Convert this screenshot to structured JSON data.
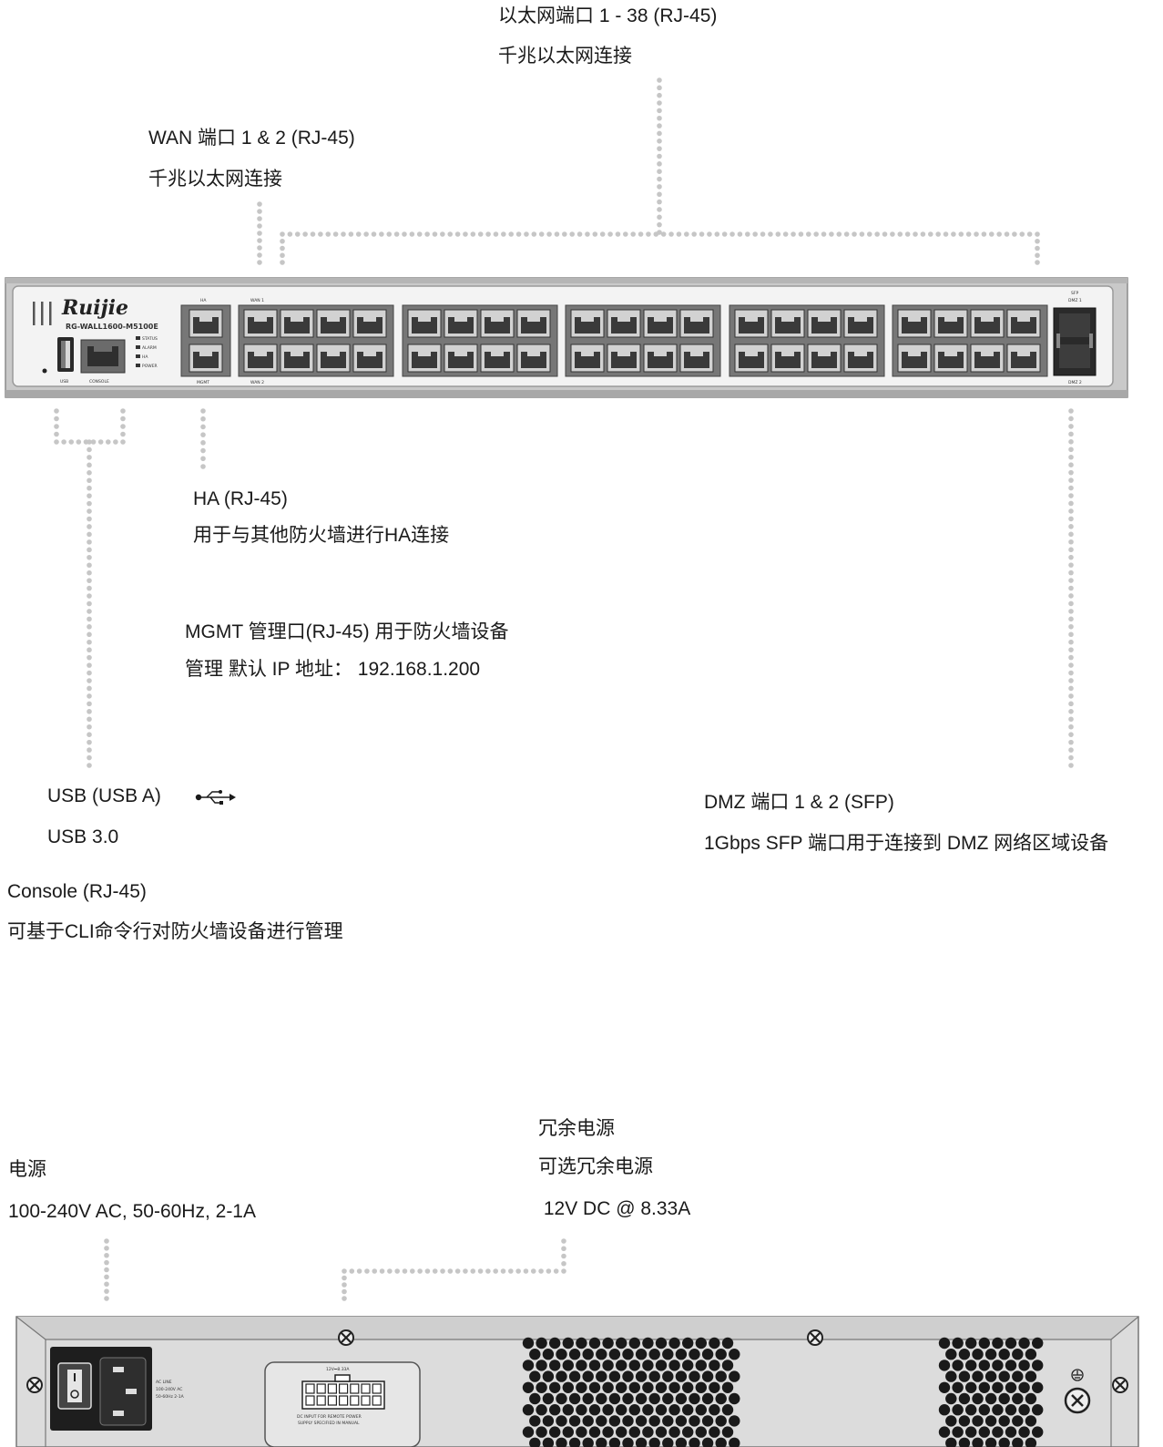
{
  "front": {
    "ethernet": {
      "title": "以太网端口 1 - 38 (RJ-45)",
      "desc": "千兆以太网连接"
    },
    "wan": {
      "title": "WAN 端口 1 & 2 (RJ-45)",
      "desc": "千兆以太网连接"
    },
    "ha": {
      "title": "HA (RJ-45)",
      "desc": "用于与其他防火墙进行HA连接"
    },
    "mgmt": {
      "line1": "MGMT 管理口(RJ-45) 用于防火墙设备",
      "line2": "管理 默认 IP 地址：  192.168.1.200"
    },
    "usb": {
      "title": "USB (USB A)",
      "desc": "USB 3.0",
      "icon": "usb-icon"
    },
    "dmz": {
      "title": "DMZ 端口 1 & 2 (SFP)",
      "desc": "1Gbps SFP 端口用于连接到 DMZ 网络区域设备"
    },
    "console": {
      "title": "Console (RJ-45)",
      "desc": "可基于CLI命令行对防火墙设备进行管理"
    },
    "device": {
      "brand": "Ruijie",
      "model": "RG-WALL1600-M5100E",
      "leds": [
        "STATUS",
        "ALARM",
        "HA",
        "POWER"
      ],
      "usb_label": "USB",
      "console_label": "CONSOLE",
      "ha_port": "HA",
      "mgmt_port": "MGMT",
      "wan_top": "WAN 1",
      "wan_bottom": "WAN 2",
      "sfp_label": "SFP",
      "dmz1": "DMZ 1",
      "dmz2": "DMZ 2"
    }
  },
  "rear": {
    "power": {
      "title": "电源",
      "desc": "100-240V AC, 50-60Hz, 2-1A"
    },
    "redundant": {
      "title": "冗余电源",
      "desc": "可选冗余电源",
      "spec": " 12V DC @ 8.33A"
    },
    "ac_label": [
      "AC LINE",
      "100-240V AC",
      "50-60Hz 2-1A"
    ],
    "dc_rating": "12V⎓8.33A",
    "dc_text": [
      "DC INPUT FOR REMOTE POWER",
      "SUPPLY SPECIFIED IN MANUAL"
    ]
  }
}
